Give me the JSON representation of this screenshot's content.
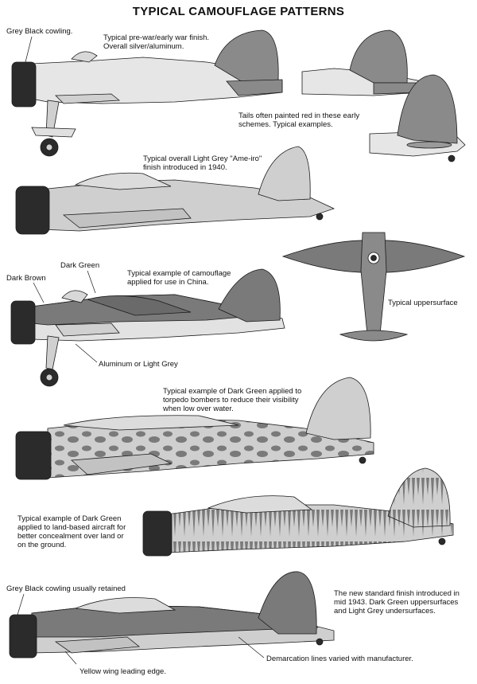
{
  "title": "TYPICAL CAMOUFLAGE PATTERNS",
  "colors": {
    "silver": "#e6e6e6",
    "light_grey": "#cfcfcf",
    "dark_green": "#7a7a7a",
    "dark_brown": "#6a6a6a",
    "grey_black": "#2b2b2b",
    "outline": "#1a1a1a"
  },
  "labels": {
    "grey_black_cowling": "Grey Black cowling.",
    "prewar_1": "Typical pre-war/early war finish.",
    "prewar_2": "Overall silver/aluminum.",
    "tails_1": "Tails often painted red in these early",
    "tails_2": "schemes. Typical examples.",
    "ameiro_1": "Typical overall Light Grey \"Ame-iro\"",
    "ameiro_2": "finish introduced in 1940.",
    "dark_green": "Dark Green",
    "dark_brown": "Dark Brown",
    "china_1": "Typical example of camouflage",
    "china_2": "applied for use in China.",
    "uppersurface": "Typical uppersurface",
    "aluminum": "Aluminum or Light Grey",
    "torpedo_1": "Typical example of Dark Green applied to",
    "torpedo_2": "torpedo bombers to reduce their visibility",
    "torpedo_3": "when low over water.",
    "land_1": "Typical example of Dark Green",
    "land_2": "applied to land-based aircraft for",
    "land_3": "better concealment over land or",
    "land_4": "on the ground.",
    "cowling_retained": "Grey Black cowling usually retained",
    "standard_1": "The new standard finish introduced in",
    "standard_2": "mid 1943. Dark Green uppersurfaces",
    "standard_3": "and Light Grey undersurfaces.",
    "yellow_edge": "Yellow wing leading edge.",
    "demarcation": "Demarcation lines varied with manufacturer."
  }
}
